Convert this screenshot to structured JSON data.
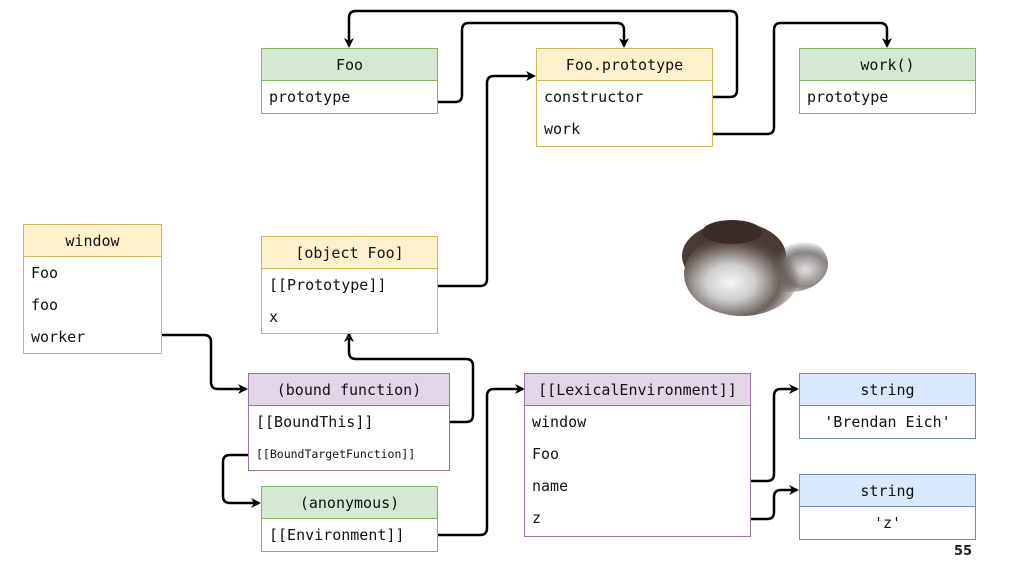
{
  "diagram": {
    "boxes": {
      "foo": {
        "title": "Foo",
        "rows": [
          "prototype"
        ]
      },
      "foo_prototype": {
        "title": "Foo.prototype",
        "rows": [
          "constructor",
          "work"
        ]
      },
      "work": {
        "title": "work()",
        "rows": [
          "prototype"
        ]
      },
      "window": {
        "title": "window",
        "rows": [
          "Foo",
          "foo",
          "worker"
        ]
      },
      "object_foo": {
        "title": "[object Foo]",
        "rows": [
          "[[Prototype]]",
          "x"
        ]
      },
      "bound_function": {
        "title": "(bound function)",
        "rows": [
          "[[BoundThis]]",
          "[[BoundTargetFunction]]"
        ]
      },
      "anonymous": {
        "title": "(anonymous)",
        "rows": [
          "[[Environment]]"
        ]
      },
      "lexical_env": {
        "title": "[[LexicalEnvironment]]",
        "rows": [
          "window",
          "Foo",
          "name",
          "z"
        ]
      },
      "string_name": {
        "title": "string",
        "rows": [
          "'Brendan Eich'"
        ]
      },
      "string_z": {
        "title": "string",
        "rows": [
          "'z'"
        ]
      }
    },
    "colors": {
      "yellow_fill": "#fff2cc",
      "yellow_stroke": "#d6b656",
      "green_fill": "#d5e8d4",
      "green_stroke": "#82b366",
      "purple_fill": "#e1d5e7",
      "purple_stroke": "#9673a6",
      "blue_fill": "#dae8fc",
      "blue_stroke": "#6c8ebf",
      "arrow": "#000000"
    }
  },
  "footer": {
    "page_number": "55"
  }
}
